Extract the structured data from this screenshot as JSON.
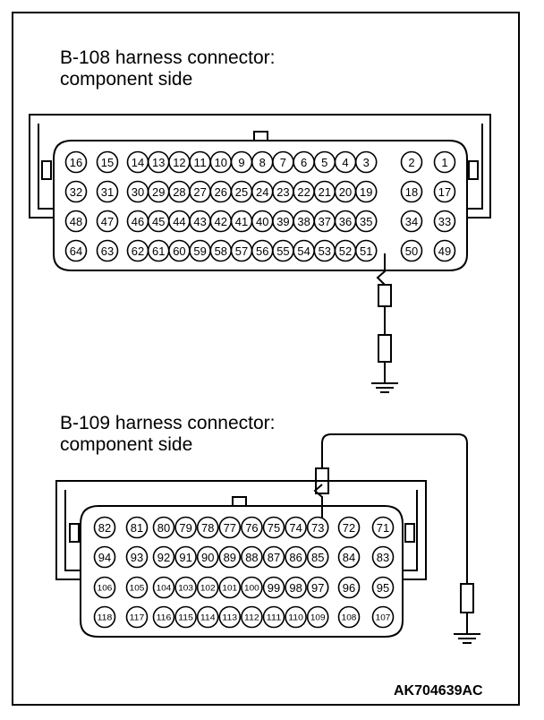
{
  "connector_b108": {
    "title_line1": "B-108 harness connector:",
    "title_line2": "component side",
    "rows": [
      [
        "16",
        "15",
        "14",
        "13",
        "12",
        "11",
        "10",
        "9",
        "8",
        "7",
        "6",
        "5",
        "4",
        "3",
        "2",
        "1"
      ],
      [
        "32",
        "31",
        "30",
        "29",
        "28",
        "27",
        "26",
        "25",
        "24",
        "23",
        "22",
        "21",
        "20",
        "19",
        "18",
        "17"
      ],
      [
        "48",
        "47",
        "46",
        "45",
        "44",
        "43",
        "42",
        "41",
        "40",
        "39",
        "38",
        "37",
        "36",
        "35",
        "34",
        "33"
      ],
      [
        "64",
        "63",
        "62",
        "61",
        "60",
        "59",
        "58",
        "57",
        "56",
        "55",
        "54",
        "53",
        "52",
        "51",
        "50",
        "49"
      ]
    ],
    "wired_pin": "51"
  },
  "connector_b109": {
    "title_line1": "B-109 harness connector:",
    "title_line2": "component side",
    "rows": [
      [
        "82",
        "81",
        "80",
        "79",
        "78",
        "77",
        "76",
        "75",
        "74",
        "73",
        "72",
        "71"
      ],
      [
        "94",
        "93",
        "92",
        "91",
        "90",
        "89",
        "88",
        "87",
        "86",
        "85",
        "84",
        "83"
      ],
      [
        "106",
        "105",
        "104",
        "103",
        "102",
        "101",
        "100",
        "99",
        "98",
        "97",
        "96",
        "95"
      ],
      [
        "118",
        "117",
        "116",
        "115",
        "114",
        "113",
        "112",
        "111",
        "110",
        "109",
        "108",
        "107"
      ]
    ],
    "wired_pin": "73"
  },
  "figure_code": "AK704639AC"
}
